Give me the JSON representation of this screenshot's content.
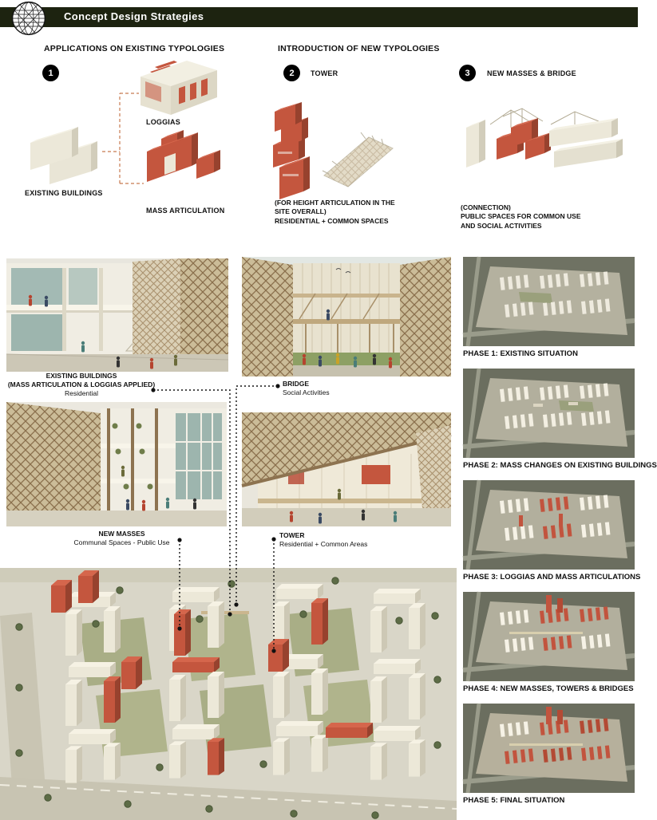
{
  "header": {
    "title": "Concept Design Strategies",
    "logo_icon": "geodesic-dome-icon",
    "bg_color": "#1d2310"
  },
  "topLeft": {
    "heading": "APPLICATIONS ON EXISTING TYPOLOGIES",
    "step_number": "1",
    "loggias_label": "LOGGIAS",
    "existing_label": "EXISTING BUILDINGS",
    "mass_label": "MASS ARTICULATION"
  },
  "topMiddle": {
    "heading": "INTRODUCTION OF NEW TYPOLOGIES",
    "step_number": "2",
    "step_label": "TOWER",
    "caption_line1": "(FOR HEIGHT ARTICULATION IN THE",
    "caption_line2": "SITE OVERALL)",
    "caption_line3": "RESIDENTIAL + COMMON SPACES"
  },
  "topRight": {
    "step_number": "3",
    "step_label": "NEW MASSES & BRIDGE",
    "caption_line1": "(CONNECTION)",
    "caption_line2": "PUBLIC  SPACES  FOR  COMMON  USE",
    "caption_line3": "AND SOCIAL ACTIVITIES"
  },
  "renders": {
    "existing": {
      "title": "EXISTING BUILDINGS",
      "subtitle": "(MASS ARTICULATION & LOGGIAS APPLIED)",
      "detail": "Residential"
    },
    "bridge": {
      "title": "BRIDGE",
      "detail": "Social Activities"
    },
    "new_masses": {
      "title": "NEW MASSES",
      "detail": "Communal Spaces - Public Use"
    },
    "tower": {
      "title": "TOWER",
      "detail": "Residential + Common Areas"
    }
  },
  "phases": [
    {
      "label": "PHASE 1: EXISTING SITUATION"
    },
    {
      "label": "PHASE 2: MASS CHANGES ON EXISTING BUILDINGS"
    },
    {
      "label": "PHASE 3: LOGGIAS AND MASS ARTICULATIONS"
    },
    {
      "label": "PHASE 4: NEW MASSES, TOWERS & BRIDGES"
    },
    {
      "label": "PHASE 5: FINAL SITUATION"
    }
  ],
  "colors": {
    "accent_red": "#c4563e",
    "connector_orange": "#c87a50",
    "ground_green": "#a9ae86"
  }
}
